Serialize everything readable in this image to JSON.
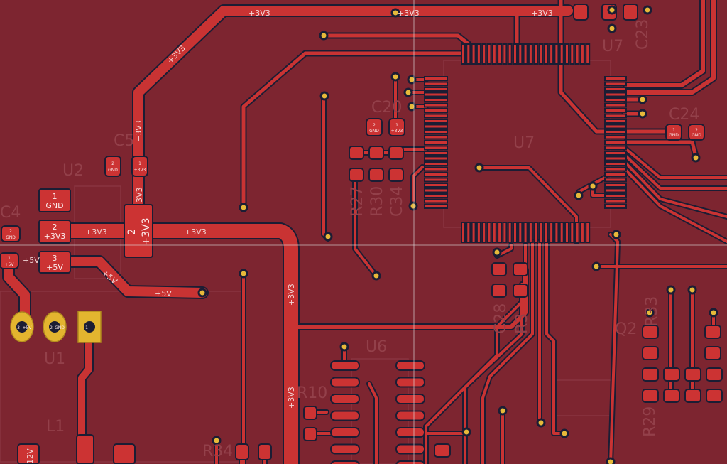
{
  "refs": {
    "u2": "U2",
    "c4": "C4",
    "c5": "C5",
    "u1": "U1",
    "l1": "L1",
    "u6": "U6",
    "r10": "R10",
    "r34": "R34",
    "c24": "C24",
    "u7a": "U7",
    "u7b": "U7",
    "c20": "C20",
    "r27": "R27",
    "r30": "R30",
    "c34": "C34",
    "r29": "R29",
    "q2": "Q2",
    "r33": "R33",
    "c23": "C23",
    "c28": "C28",
    "r3": "R3"
  },
  "nets": {
    "v33": "+3V3",
    "v5": "+5V",
    "gnd": "GND",
    "v12": "12V",
    "v33short": "3V3"
  },
  "pads": {
    "u2_1": {
      "num": "1",
      "net": "GND"
    },
    "u2_2": {
      "num": "2",
      "net": "+3V3"
    },
    "u2_3": {
      "num": "3",
      "net": "+5V"
    },
    "u2_tab": {
      "num": "2",
      "net": "+3V3"
    },
    "c5_1": {
      "num": "1",
      "net": "+3V3"
    },
    "c5_2": {
      "num": "2",
      "net": "GND"
    },
    "c4_1": {
      "num": "1",
      "net": "+5V"
    },
    "c4_2": {
      "num": "2",
      "net": "GND"
    },
    "j_3": {
      "num": "3",
      "net": "+5V"
    },
    "j_2": {
      "num": "2",
      "net": "GND"
    },
    "j_1": {
      "num": "1",
      "net": ""
    },
    "c20_1": {
      "num": "1",
      "net": "+3V3"
    },
    "c20_2": {
      "num": "2",
      "net": "GND"
    },
    "c24_1": {
      "num": "1",
      "net": "GND"
    },
    "c24_2": {
      "num": "2",
      "net": "GND"
    }
  }
}
